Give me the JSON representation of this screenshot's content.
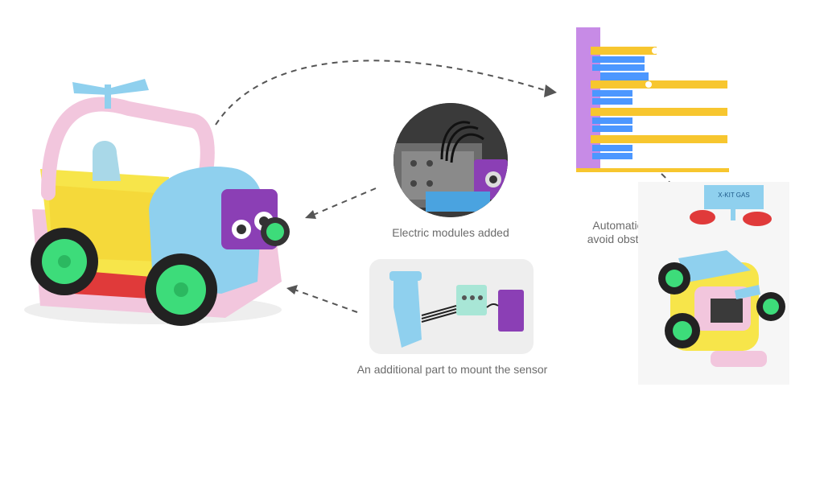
{
  "captions": {
    "electric_modules": "Electric modules added",
    "automatic_avoid_line1": "Automatically",
    "automatic_avoid_line2": "avoid obstacles",
    "additional_part": "An additional part to mount the sensor"
  },
  "sign_text": "X-KIT GAS",
  "colors": {
    "arrow": "#555555",
    "car_yellow": "#f7e54a",
    "car_pink": "#f2c6dd",
    "car_blue": "#8fd0ee",
    "wheel_green": "#3ddc7a",
    "module_purple": "#8b3fb5",
    "block_orange": "#f7c62f",
    "block_purple": "#c78be6"
  }
}
